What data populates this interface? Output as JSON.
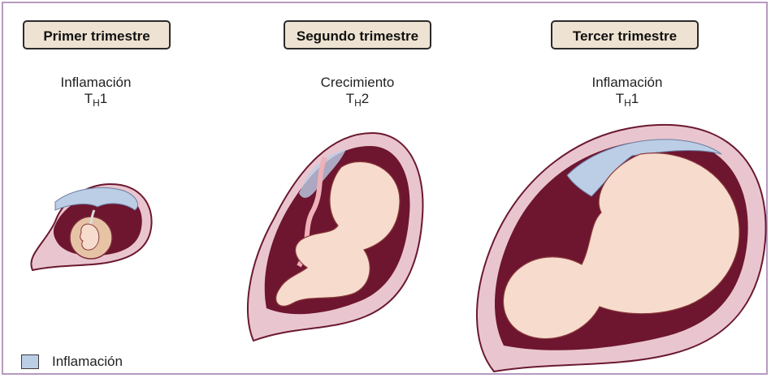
{
  "stages": [
    {
      "label": "Primer trimestre",
      "state": "Inflamación",
      "th_prefix": "T",
      "th_sub": "H",
      "th_num": "1"
    },
    {
      "label": "Segundo trimestre",
      "state": "Crecimiento",
      "th_prefix": "T",
      "th_sub": "H",
      "th_num": "2"
    },
    {
      "label": "Tercer trimestre",
      "state": "Inflamación",
      "th_prefix": "T",
      "th_sub": "H",
      "th_num": "1"
    }
  ],
  "legend": {
    "label": "Inflamación",
    "swatch_color": "#bccde6"
  },
  "colors": {
    "uterus_wall": "#e9c6cf",
    "uterus_outline": "#6b1830",
    "amniotic_cavity": "#6e1530",
    "fetus_skin": "#f7dccd",
    "placenta_inflammation": "#bccde6",
    "frame_border": "#b69ac0",
    "label_box": "#eee3d2"
  }
}
